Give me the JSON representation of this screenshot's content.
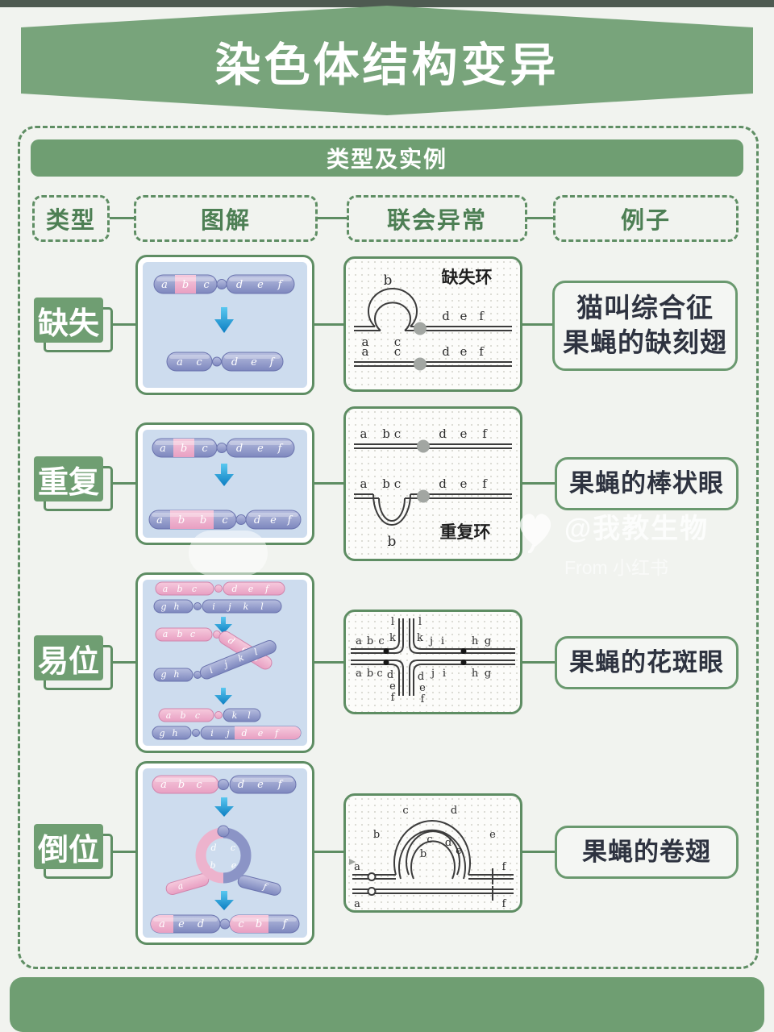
{
  "page": {
    "title": "染色体结构变异",
    "section": "类型及实例"
  },
  "columns": [
    "类型",
    "图解",
    "联会异常",
    "例子"
  ],
  "watermark": {
    "handle": "@我教生物",
    "source": "From 小红书"
  },
  "colors": {
    "green_fill": "#6f9e72",
    "green_border": "#5e8d63",
    "banner_green": "#78a47b",
    "diagram_bg": "#cddcee",
    "chrom_blue": "#8a93c5",
    "chrom_pink": "#eeb0cb",
    "arrow_blue": "#1b96d2",
    "ink": "#2e3340"
  },
  "rows": [
    {
      "type": "缺失",
      "diagram": {
        "before": [
          "a",
          "b",
          "c",
          "d",
          "e",
          "f"
        ],
        "after": [
          "a",
          "c",
          "d",
          "e",
          "f"
        ]
      },
      "synapsis": {
        "label": "缺失环",
        "loop": "b",
        "below": [
          "a",
          "c"
        ],
        "above": [
          "d",
          "e",
          "f"
        ],
        "bottom": [
          "a",
          "c",
          "d",
          "e",
          "f"
        ]
      },
      "example": [
        "猫叫综合征",
        "果蝇的缺刻翅"
      ]
    },
    {
      "type": "重复",
      "diagram": {
        "before": [
          "a",
          "b",
          "c",
          "d",
          "e",
          "f"
        ],
        "after": [
          "a",
          "b",
          "b",
          "c",
          "d",
          "e",
          "f"
        ]
      },
      "synapsis": {
        "label": "重复环",
        "loop": "b",
        "top": [
          "a",
          "b",
          "c",
          "d",
          "e",
          "f"
        ],
        "bottom": [
          "a",
          "b",
          "c",
          "d",
          "e",
          "f"
        ]
      },
      "example": [
        "果蝇的棒状眼"
      ]
    },
    {
      "type": "易位",
      "diagram": {
        "chrom1": [
          "a",
          "b",
          "c",
          "d",
          "e",
          "f"
        ],
        "chrom2": [
          "g",
          "h",
          "i",
          "j",
          "k",
          "l"
        ],
        "result1": [
          "a",
          "b",
          "c",
          "k",
          "l"
        ],
        "result2": [
          "g",
          "h",
          "i",
          "j",
          "d",
          "e",
          "f"
        ]
      },
      "synapsis": {
        "above_left": [
          "a",
          "b",
          "c"
        ],
        "above_right": [
          "j",
          "i",
          "h",
          "g"
        ],
        "up_left": [
          "k",
          "l"
        ],
        "up_right": [
          "k",
          "l"
        ],
        "below_left": [
          "a",
          "b",
          "c",
          "d"
        ],
        "below_right": [
          "j",
          "i",
          "h",
          "g"
        ],
        "down_left": [
          "e",
          "f"
        ],
        "down_right": [
          "d",
          "e",
          "f"
        ]
      },
      "example": [
        "果蝇的花斑眼"
      ]
    },
    {
      "type": "倒位",
      "diagram": {
        "before": [
          "a",
          "b",
          "c",
          "d",
          "e",
          "f"
        ],
        "loop": [
          "d",
          "c",
          "b",
          "e",
          "a",
          "f"
        ],
        "after": [
          "a",
          "e",
          "d",
          "c",
          "b",
          "f"
        ]
      },
      "synapsis": {
        "outer": [
          "c",
          "d",
          "b",
          "e"
        ],
        "inner": [
          "c",
          "d",
          "b",
          "e"
        ],
        "left": "a",
        "right": "f"
      },
      "example": [
        "果蝇的卷翅"
      ]
    }
  ]
}
